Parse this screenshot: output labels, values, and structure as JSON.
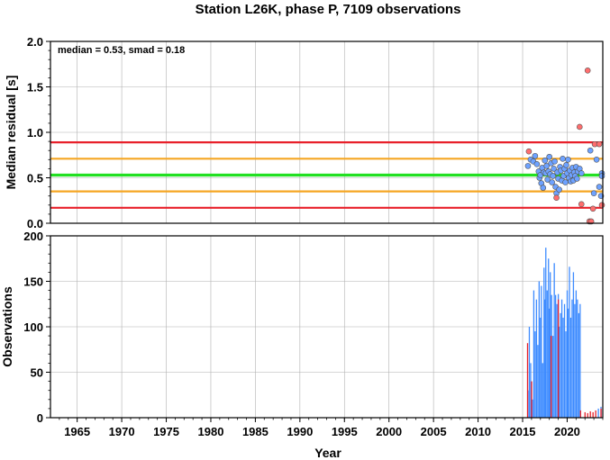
{
  "chart_data": [
    {
      "type": "scatter",
      "title": "Station L26K, phase P, 7109 observations",
      "ylabel": "Median residual [s]",
      "annotation": "median = 0.53, smad = 0.18",
      "xlim": [
        1962,
        2024
      ],
      "ylim": [
        0,
        2.0
      ],
      "y_ticks": [
        "0.0",
        "0.5",
        "1.0",
        "1.5",
        "2.0"
      ],
      "grid": true,
      "reference_lines": [
        {
          "y": 0.89,
          "color": "#e8202a"
        },
        {
          "y": 0.71,
          "color": "#f5a623"
        },
        {
          "y": 0.53,
          "color": "#22e022"
        },
        {
          "y": 0.35,
          "color": "#f5a623"
        },
        {
          "y": 0.17,
          "color": "#e8202a"
        }
      ],
      "series": [
        {
          "color": "#6ea2ff",
          "points": [
            [
              2015.6,
              0.63
            ],
            [
              2015.9,
              0.7
            ],
            [
              2016.2,
              0.68
            ],
            [
              2016.4,
              0.74
            ],
            [
              2016.6,
              0.65
            ],
            [
              2016.8,
              0.57
            ],
            [
              2016.9,
              0.5
            ],
            [
              2017.0,
              0.53
            ],
            [
              2017.1,
              0.44
            ],
            [
              2017.2,
              0.61
            ],
            [
              2017.3,
              0.39
            ],
            [
              2017.4,
              0.56
            ],
            [
              2017.5,
              0.69
            ],
            [
              2017.6,
              0.55
            ],
            [
              2017.7,
              0.63
            ],
            [
              2017.8,
              0.48
            ],
            [
              2017.9,
              0.57
            ],
            [
              2018.0,
              0.73
            ],
            [
              2018.1,
              0.54
            ],
            [
              2018.2,
              0.66
            ],
            [
              2018.3,
              0.45
            ],
            [
              2018.4,
              0.52
            ],
            [
              2018.5,
              0.6
            ],
            [
              2018.6,
              0.68
            ],
            [
              2018.7,
              0.4
            ],
            [
              2018.8,
              0.33
            ],
            [
              2018.9,
              0.56
            ],
            [
              2019.0,
              0.49
            ],
            [
              2019.1,
              0.37
            ],
            [
              2019.2,
              0.62
            ],
            [
              2019.3,
              0.58
            ],
            [
              2019.4,
              0.47
            ],
            [
              2019.5,
              0.71
            ],
            [
              2019.6,
              0.52
            ],
            [
              2019.7,
              0.6
            ],
            [
              2019.8,
              0.45
            ],
            [
              2019.9,
              0.64
            ],
            [
              2020.0,
              0.55
            ],
            [
              2020.1,
              0.7
            ],
            [
              2020.2,
              0.5
            ],
            [
              2020.3,
              0.58
            ],
            [
              2020.4,
              0.46
            ],
            [
              2020.5,
              0.53
            ],
            [
              2020.6,
              0.61
            ],
            [
              2020.7,
              0.47
            ],
            [
              2020.8,
              0.56
            ],
            [
              2020.9,
              0.52
            ],
            [
              2021.0,
              0.62
            ],
            [
              2021.1,
              0.49
            ],
            [
              2021.2,
              0.57
            ],
            [
              2021.4,
              0.6
            ],
            [
              2021.6,
              0.55
            ],
            [
              2022.6,
              0.8
            ],
            [
              2023.0,
              0.33
            ],
            [
              2023.3,
              0.7
            ],
            [
              2023.6,
              0.4
            ],
            [
              2023.8,
              0.3
            ],
            [
              2024.0,
              0.55
            ],
            [
              2024.2,
              0.52
            ]
          ]
        },
        {
          "color": "#ff6e6e",
          "points": [
            [
              2015.7,
              0.79
            ],
            [
              2018.8,
              0.28
            ],
            [
              2021.4,
              1.06
            ],
            [
              2021.6,
              0.21
            ],
            [
              2022.3,
              1.68
            ],
            [
              2022.5,
              0.02
            ],
            [
              2022.7,
              0.02
            ],
            [
              2022.9,
              0.16
            ],
            [
              2023.1,
              0.87
            ],
            [
              2023.6,
              0.87
            ],
            [
              2023.9,
              0.2
            ]
          ]
        }
      ]
    },
    {
      "type": "bar",
      "xlabel": "Year",
      "ylabel": "Observations",
      "xlim": [
        1962,
        2024
      ],
      "ylim": [
        0,
        200
      ],
      "x_ticks": [
        "1965",
        "1970",
        "1975",
        "1980",
        "1985",
        "1990",
        "1995",
        "2000",
        "2005",
        "2010",
        "2015",
        "2020"
      ],
      "y_ticks": [
        "0",
        "50",
        "100",
        "150",
        "200"
      ],
      "grid": true,
      "series": [
        {
          "color": "#3d8bff",
          "bars": [
            [
              2015.6,
              30
            ],
            [
              2015.75,
              100
            ],
            [
              2015.9,
              60
            ],
            [
              2016.1,
              20
            ],
            [
              2016.25,
              140
            ],
            [
              2016.4,
              95
            ],
            [
              2016.55,
              130
            ],
            [
              2016.7,
              80
            ],
            [
              2016.85,
              150
            ],
            [
              2017.0,
              110
            ],
            [
              2017.1,
              145
            ],
            [
              2017.25,
              60
            ],
            [
              2017.4,
              165
            ],
            [
              2017.5,
              130
            ],
            [
              2017.6,
              187
            ],
            [
              2017.75,
              140
            ],
            [
              2017.9,
              175
            ],
            [
              2018.0,
              120
            ],
            [
              2018.1,
              160
            ],
            [
              2018.25,
              135
            ],
            [
              2018.4,
              90
            ],
            [
              2018.55,
              170
            ],
            [
              2018.7,
              135
            ],
            [
              2018.85,
              125
            ],
            [
              2019.0,
              136
            ],
            [
              2019.1,
              100
            ],
            [
              2019.25,
              115
            ],
            [
              2019.4,
              130
            ],
            [
              2019.55,
              110
            ],
            [
              2019.7,
              125
            ],
            [
              2019.85,
              95
            ],
            [
              2020.0,
              140
            ],
            [
              2020.1,
              120
            ],
            [
              2020.25,
              166
            ],
            [
              2020.4,
              110
            ],
            [
              2020.55,
              130
            ],
            [
              2020.7,
              160
            ],
            [
              2020.85,
              125
            ],
            [
              2021.0,
              140
            ],
            [
              2021.15,
              130
            ],
            [
              2021.3,
              115
            ],
            [
              2021.45,
              125
            ],
            [
              2023.5,
              10
            ],
            [
              2024.0,
              12
            ]
          ]
        },
        {
          "color": "#e8202a",
          "bars": [
            [
              2015.55,
              82
            ],
            [
              2016.0,
              40
            ],
            [
              2018.2,
              90
            ],
            [
              2019.0,
              130
            ],
            [
              2021.5,
              8
            ],
            [
              2022.0,
              6
            ],
            [
              2022.3,
              5
            ],
            [
              2022.6,
              7
            ],
            [
              2022.9,
              6
            ],
            [
              2023.2,
              8
            ],
            [
              2023.8,
              10
            ]
          ]
        }
      ]
    }
  ]
}
